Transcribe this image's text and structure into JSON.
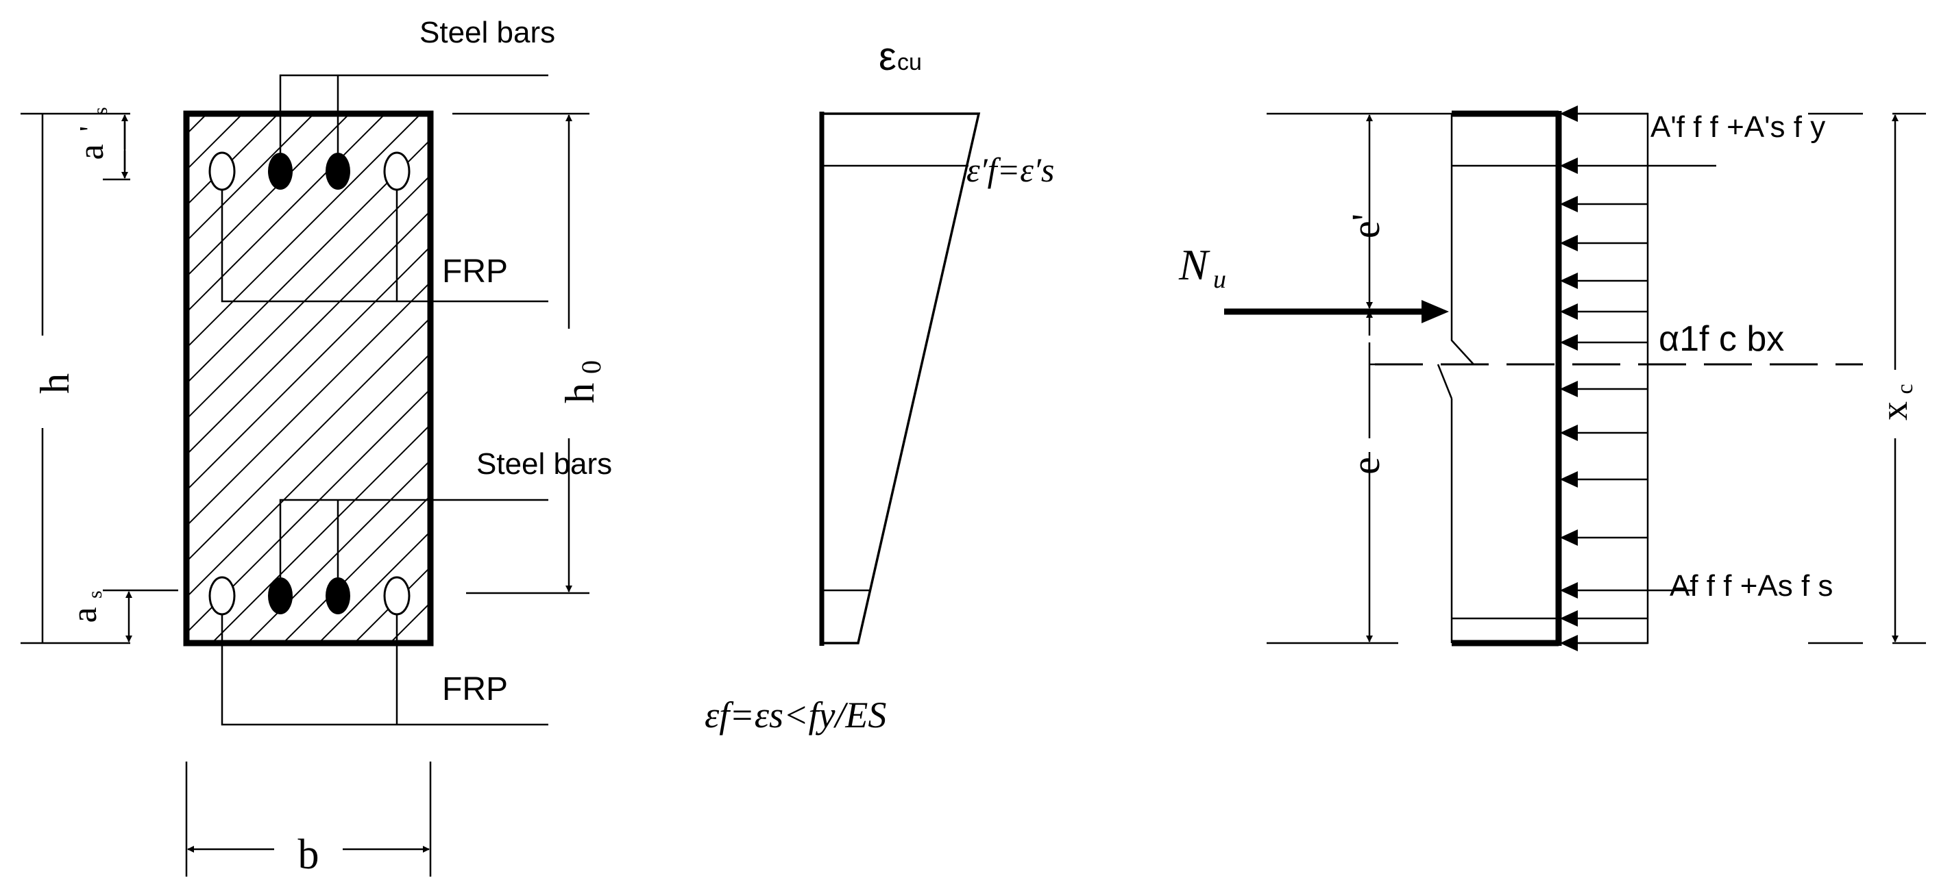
{
  "cross_section": {
    "steel_bars_top": "Steel bars",
    "steel_bars_bottom": "Steel bars",
    "frp_top": "FRP",
    "frp_bottom": "FRP",
    "dim_h": "h",
    "dim_h0": "h",
    "dim_h0_sub": "0",
    "dim_a_s_top": "a",
    "dim_a_s_top_prime": "'",
    "dim_a_s_top_sub": "s",
    "dim_a_s_bottom": "a",
    "dim_a_s_bottom_sub": "s",
    "dim_b": "b"
  },
  "strain_diagram": {
    "eps_cu": "ε",
    "eps_cu_sub": "cu",
    "eps_top_label": "ε′f=ε′s",
    "eps_bottom_label": "εf=εs<fy/ES"
  },
  "force_diagram": {
    "top_force": "A'f f f +A's f y",
    "compression_force": "α1f c bx",
    "bottom_force": "Af f f +As f s",
    "axial_load": "N",
    "axial_load_sub": "u",
    "dim_e_prime": "e'",
    "dim_e": "e",
    "dim_xc": "x",
    "dim_xc_sub": "c"
  }
}
